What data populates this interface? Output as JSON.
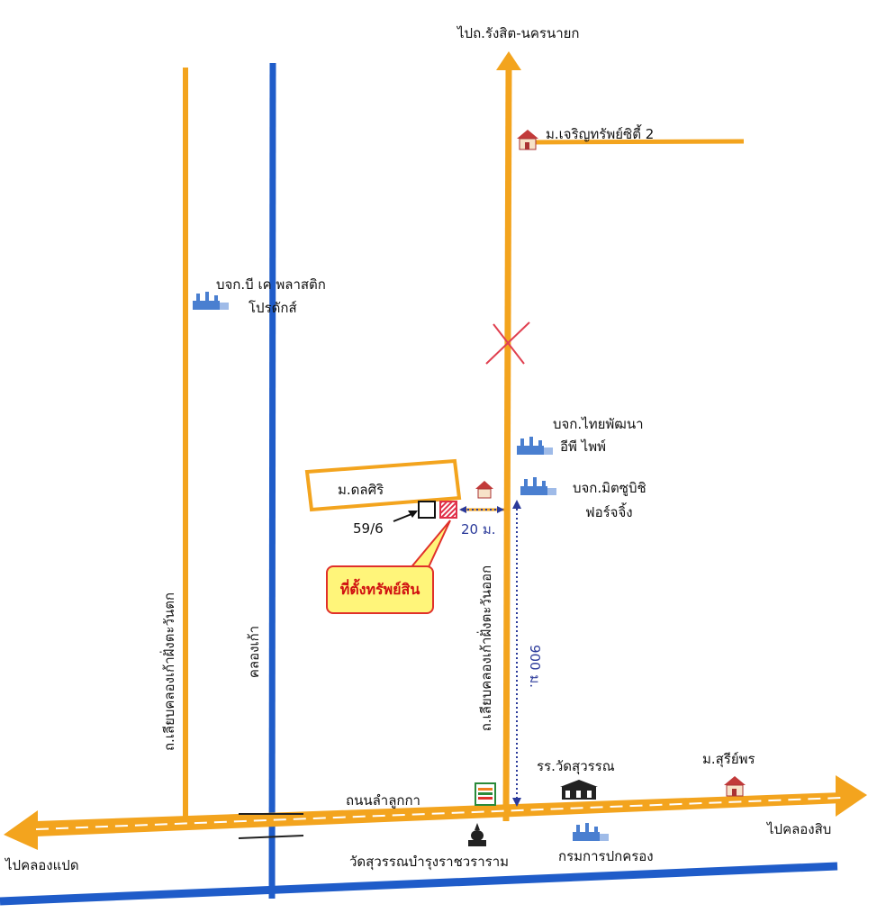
{
  "labels": {
    "top_direction": "ไปถ.รังสิต-นครนายก",
    "estate_top": "ม.เจริญทรัพย์ซิตี้ 2",
    "company_bk_line1": "บจก.บี เค พลาสติก",
    "company_bk_line2": "โปรดักส์",
    "company_thai_line1": "บจก.ไทยพัฒนา",
    "company_thai_line2": "อีพี ไพพ์",
    "company_mitsu_line1": "บจก.มิตซูบิชิ",
    "company_mitsu_line2": "ฟอร์จจิ้ง",
    "village_box": "ม.ดลศิริ",
    "house_no": "59/6",
    "distance_20": "20 ม.",
    "property": "ที่ตั้งทรัพย์สิน",
    "road_west": "ถ.เลียบคลองเก้าฝั่งตะวันตก",
    "canal": "คลองเก้า",
    "road_east": "ถ.เลียบคลองเก้าฝั่งตะวันออก",
    "distance_900": "900 ม.",
    "school": "รร.วัดสุวรรณ",
    "estate_bottom": "ม.สุรีย์พร",
    "main_road": "ถนนลำลูกกา",
    "temple": "วัดสุวรรณบำรุงราชวราราม",
    "dept": "กรมการปกครอง",
    "to_left": "ไปคลองแปด",
    "to_right": "ไปคลองสิบ"
  },
  "colors": {
    "road": "#f3a41e",
    "canal": "#1f5cc9",
    "property": "#e0304a",
    "callout_bg": "#fff57a",
    "cross_mark": "#e04050"
  },
  "icons": [
    "house-icon",
    "factory-icon",
    "school-icon",
    "temple-icon",
    "seven-eleven-icon",
    "cross-mark-icon"
  ]
}
